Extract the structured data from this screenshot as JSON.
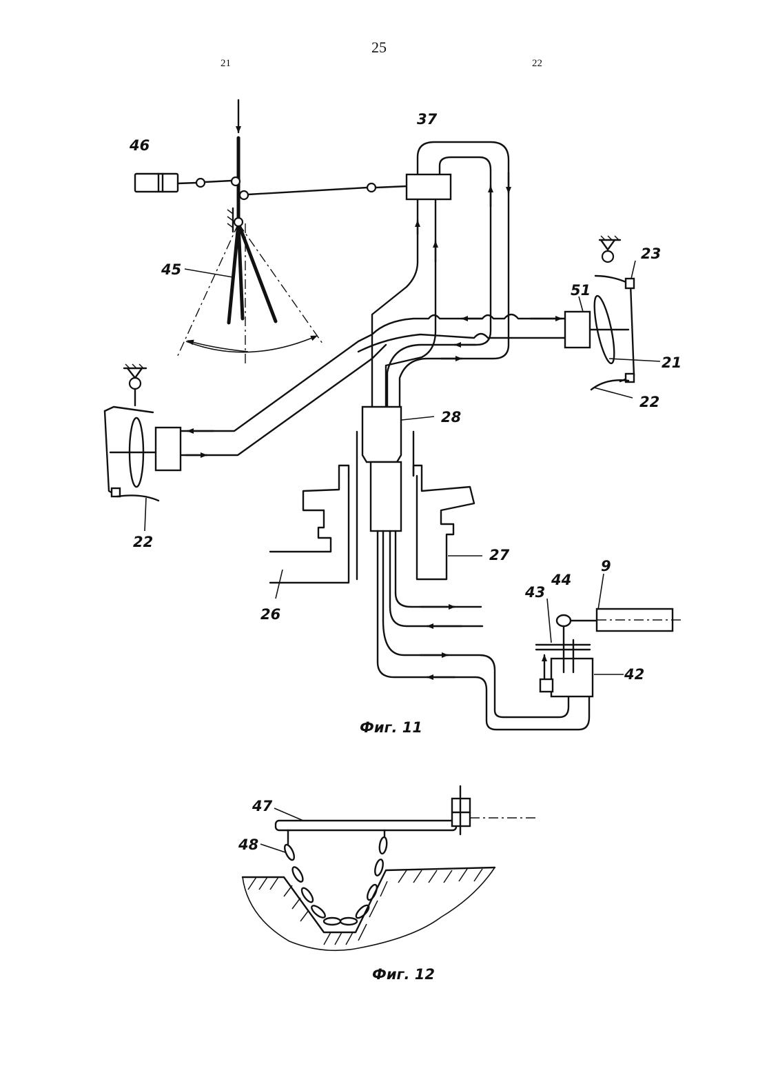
{
  "header": {
    "page_number": "25",
    "column_left": "21",
    "column_right": "22"
  },
  "fig11": {
    "caption": "Фиг. 11",
    "labels": {
      "l46": "46",
      "l37": "37",
      "l45": "45",
      "l23": "23",
      "l51": "51",
      "l21": "21",
      "l22_right": "22",
      "l28": "28",
      "l22_left": "22",
      "l27": "27",
      "l26": "26",
      "l9": "9",
      "l44": "44",
      "l43": "43",
      "l42": "42"
    }
  },
  "fig12": {
    "caption": "Фиг. 12",
    "labels": {
      "l47": "47",
      "l48": "48"
    }
  }
}
